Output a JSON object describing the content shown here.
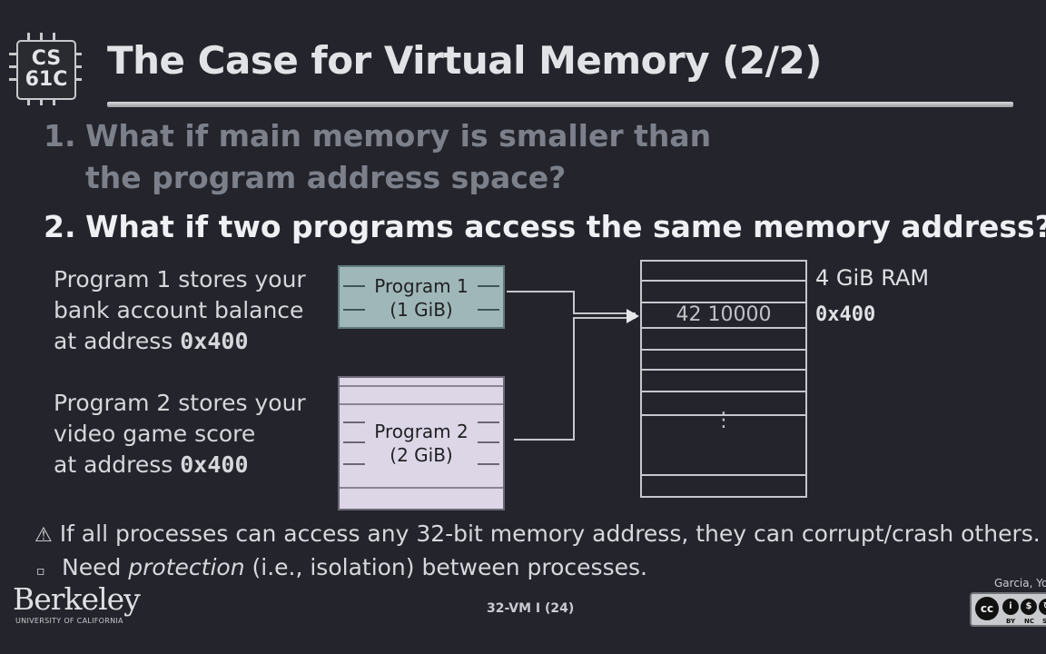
{
  "logo": {
    "line1": "CS",
    "line2": "61C"
  },
  "title": "The Case for Virtual Memory (2/2)",
  "questions": [
    {
      "number": "1.",
      "line1": "What if main memory is smaller than",
      "line2": "the program address space?"
    },
    {
      "number": "2.",
      "text": "What if two programs access the same memory address?"
    }
  ],
  "program1_desc": {
    "line1": "Program 1 stores your",
    "line2": "bank account balance",
    "line3_prefix": "at address ",
    "address": "0x400"
  },
  "program2_desc": {
    "line1": "Program 2 stores your",
    "line2": "video game score",
    "line3_prefix": "at address ",
    "address": "0x400"
  },
  "box1": {
    "line1": "Program 1",
    "line2": "(1 GiB)"
  },
  "box2": {
    "line1": "Program 2",
    "line2": "(2 GiB)"
  },
  "ram": {
    "label": "4 GiB RAM",
    "address_label": "0x400",
    "value": "42 10000",
    "ellipsis": "⋮"
  },
  "bullets": {
    "warning_icon": "⚠",
    "warning_text": "If all processes can access any 32-bit memory address, they can corrupt/crash others.",
    "sub_marker": "▫",
    "sub_prefix": "Need ",
    "sub_emphasis": "protection",
    "sub_suffix": " (i.e., isolation) between processes."
  },
  "footer": {
    "berkeley": "Berkeley",
    "berkeley_sub": "UNIVERSITY OF CALIFORNIA",
    "slide": "32-VM I (24)",
    "credit": "Garcia, Yo",
    "cc_by": "BY",
    "cc_nc": "NC",
    "cc_sa": "SA"
  },
  "colors": {
    "background": "#24252c",
    "program1_box": "#9fb7b8",
    "program2_box": "#ddd6e6",
    "dim_question": "#7c808b"
  }
}
